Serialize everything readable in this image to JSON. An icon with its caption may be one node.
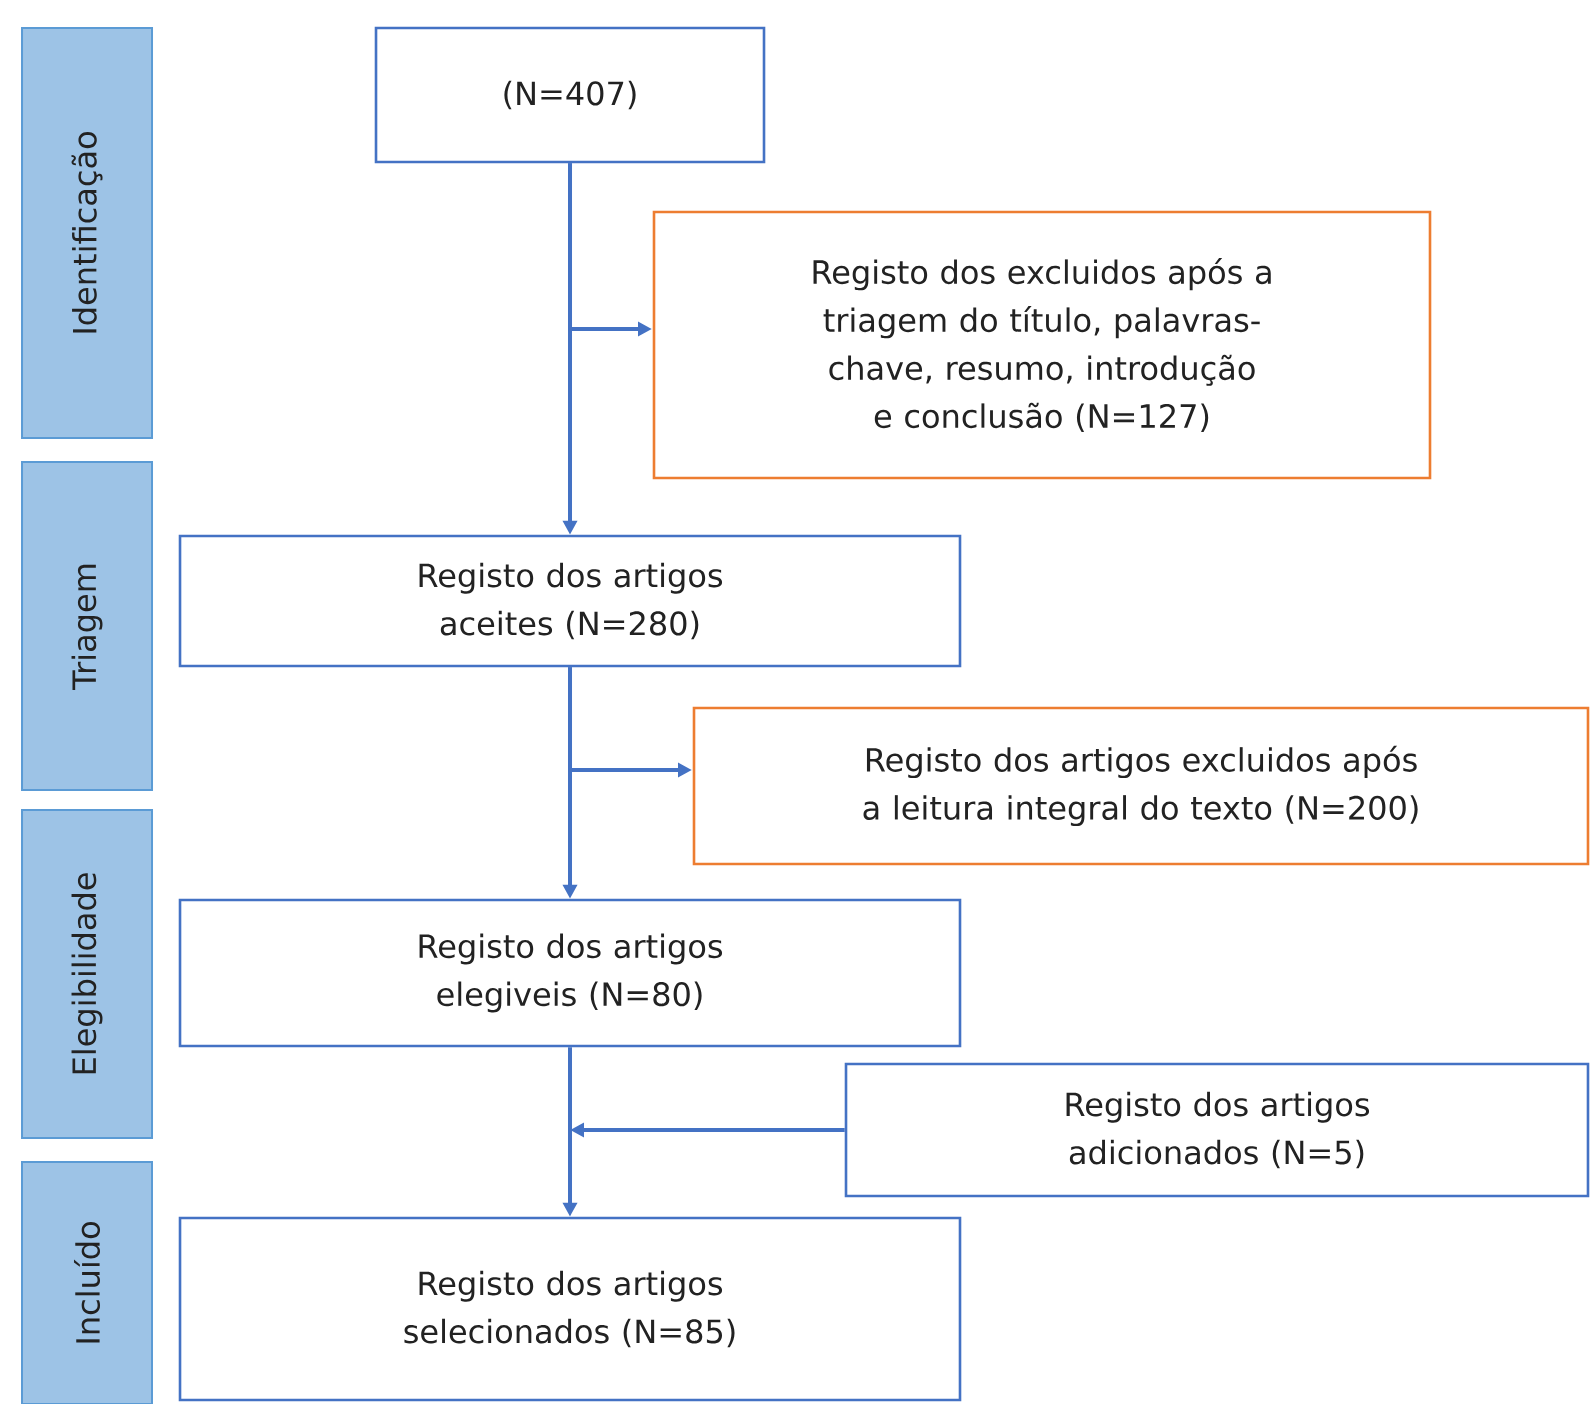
{
  "diagram": {
    "nodes": [
      {
        "text": [
          "(N=407)"
        ]
      },
      {
        "text": [
          "Registo dos excluidos após a triagem do título, palavras-chave, resumo, introdução e conclusão (N=127)"
        ]
      },
      {
        "text": [
          "Registo dos artigos aceites (N=280)"
        ]
      },
      {
        "text": [
          "Registo dos artigos excluidos após a leitura integral do texto (N=200)"
        ]
      },
      {
        "text": [
          "Registo dos artigos elegiveis (N=80)"
        ]
      },
      {
        "text": [
          "Registo dos artigos adicionados (N=5)"
        ]
      },
      {
        "text": [
          "Registo dos artigos selecionados (N=85)"
        ]
      },
      {
        "text": [
          "Identificação"
        ]
      },
      {
        "text": [
          "Triagem"
        ]
      },
      {
        "text": [
          "Elegibilidade"
        ]
      },
      {
        "text": [
          "Incluído"
        ]
      }
    ],
    "edges": [
      {
        "from": 0,
        "to": 1,
        "arrow": "to"
      },
      {
        "from": 0,
        "to": 2,
        "arrow": "to"
      },
      {
        "from": 2,
        "to": 3,
        "arrow": "to"
      },
      {
        "from": 2,
        "to": 4,
        "arrow": "to"
      },
      {
        "from": 4,
        "to": 6,
        "arrow": "to"
      },
      {
        "from": 5,
        "to": 6,
        "arrow": "to"
      }
    ]
  }
}
